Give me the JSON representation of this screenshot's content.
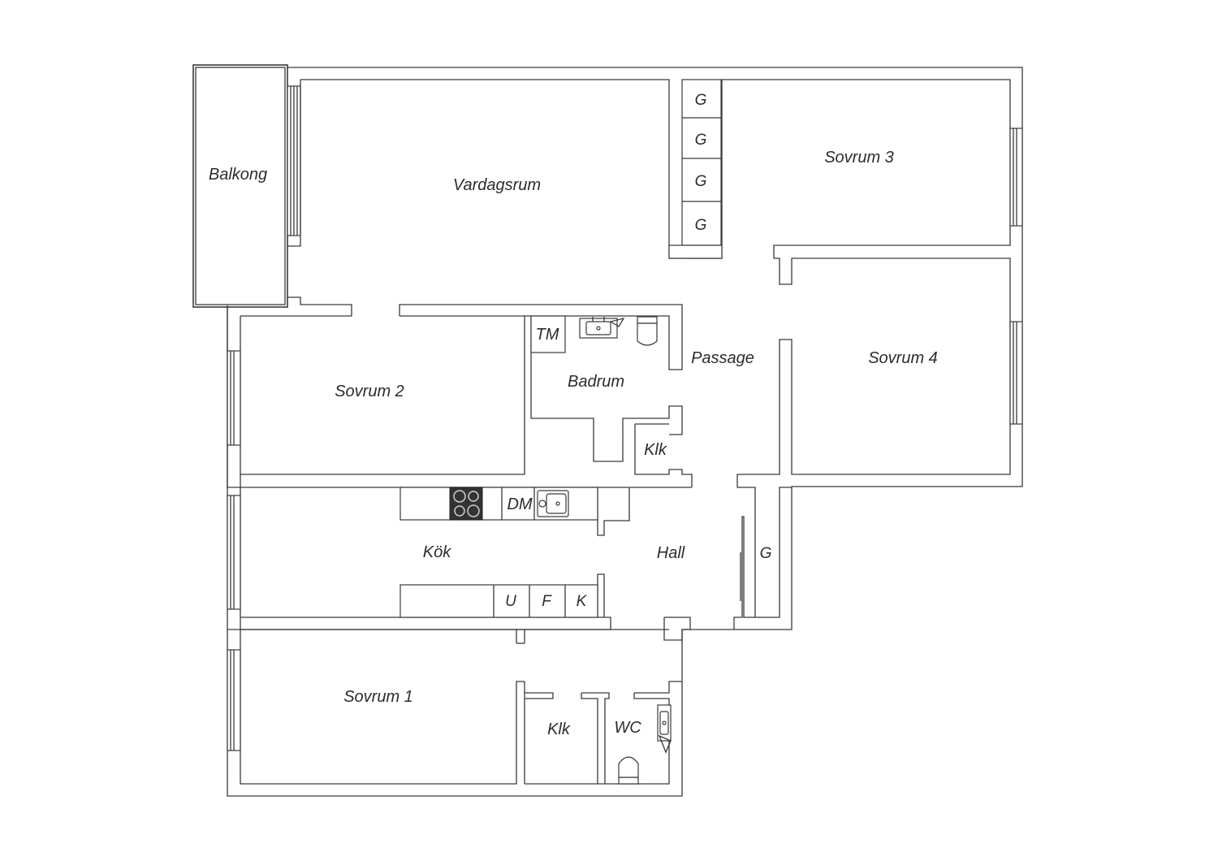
{
  "rooms": {
    "balkong": "Balkong",
    "vardagsrum": "Vardagsrum",
    "sovrum3": "Sovrum 3",
    "sovrum4": "Sovrum 4",
    "passage": "Passage",
    "badrum": "Badrum",
    "tm": "TM",
    "sovrum2": "Sovrum 2",
    "klk_upper": "Klk",
    "kok": "Kök",
    "hall": "Hall",
    "dm": "DM",
    "sovrum1": "Sovrum 1",
    "klk_lower": "Klk",
    "wc": "WC"
  },
  "closets": {
    "g1": "G",
    "g2": "G",
    "g3": "G",
    "g4": "G",
    "g_hall": "G"
  },
  "kitchen_units": {
    "u": "U",
    "f": "F",
    "k": "K"
  }
}
